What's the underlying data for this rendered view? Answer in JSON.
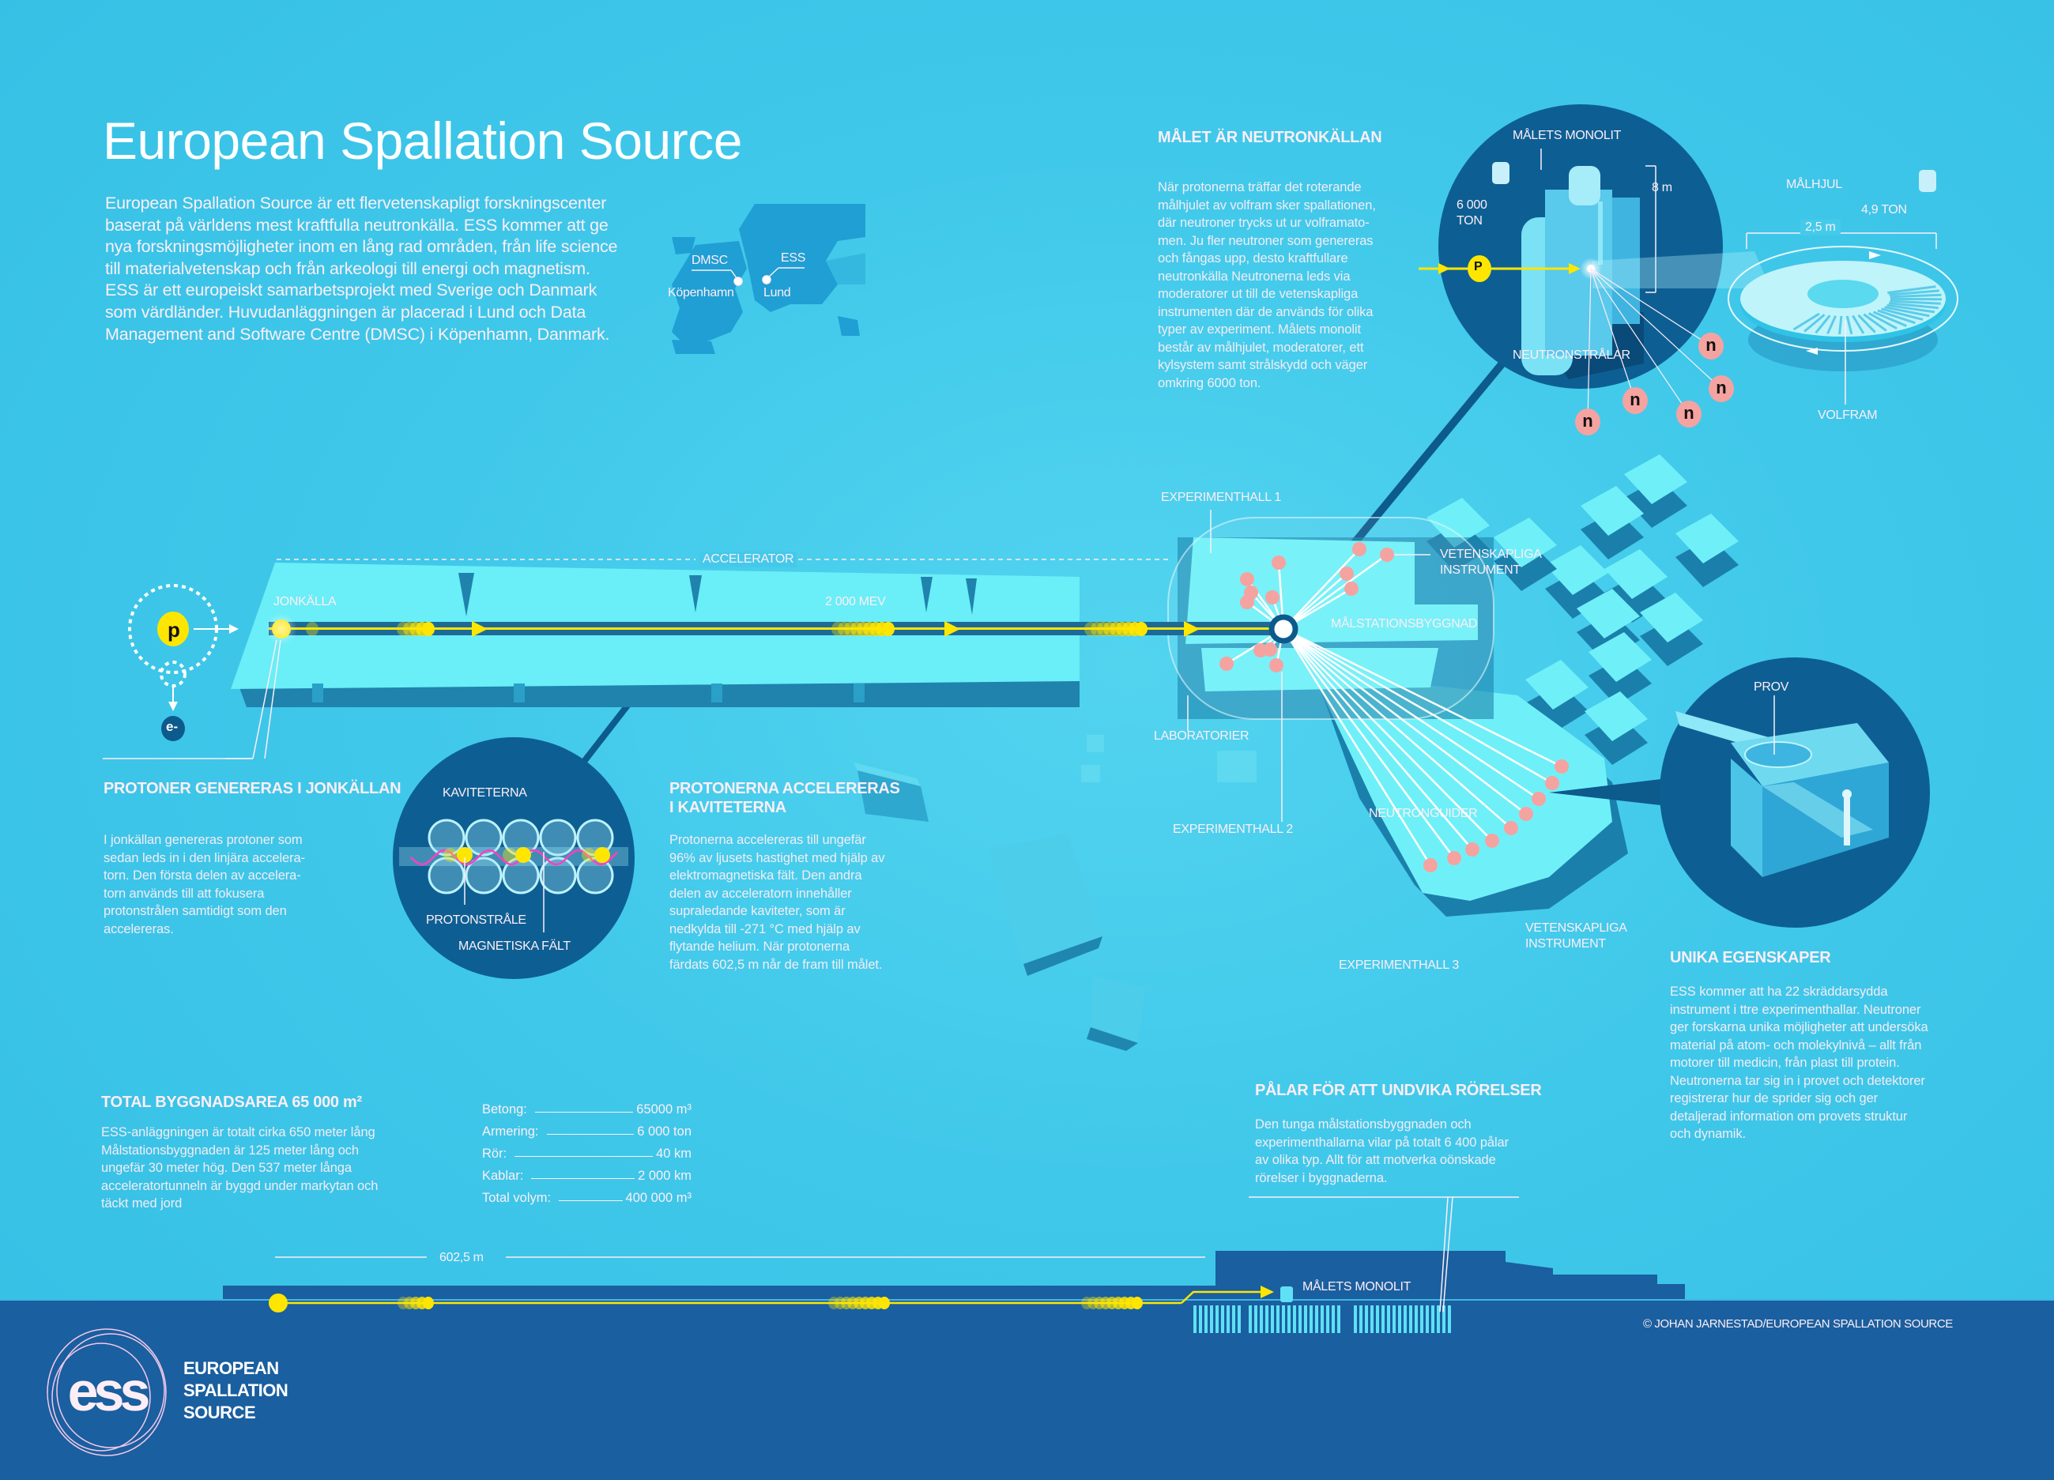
{
  "title": "European Spallation Source",
  "intro": "European Spallation Source är ett flervetenskapligt  forskningscenter\nbaserat på världens mest kraftfulla neutronkälla. ESS kommer att ge\nnya forskningsmöjligheter inom en lång rad områden, från life science\ntill materialvetenskap och från arkeologi till energi och magnetism.\nESS är ett europeiskt samarbetsprojekt med Sverige och Danmark\nsom värdländer. Huvudanläggningen är placerad i Lund och Data\nManagement and Software Centre (DMSC) i Köpenhamn, Danmark.",
  "map": {
    "dmsc": "DMSC",
    "kopenhamn": "Köpenhamn",
    "ess": "ESS",
    "lund": "Lund"
  },
  "target_section": {
    "heading": "MÅLET ÄR NEUTRONKÄLLAN",
    "body": "När protonerna träffar det roterande\nmålhjulet av volfram sker spallationen,\ndär neutroner trycks ut ur volframato-\nmen. Ju fler neutroner som genereras\noch fångas upp, desto kraftfullare\nneutronkälla Neutronerna leds via\nmoderatorer ut till de vetenskapliga\ninstrumenten där de används för olika\ntyper av experiment. Målets monolit\nbestår av målhjulet, moderatorer, ett\nkylsystem samt strålskydd och väger\nomkring 6000 ton."
  },
  "monolith": {
    "label": "MÅLETS MONOLIT",
    "weight": "6 000\nTON",
    "height": "8 m",
    "proton": "p",
    "neutron_rays": "NEUTRONSTRÅLAR",
    "neutron": "n",
    "wheel_label": "MÅLHJUL",
    "wheel_weight": "4,9 TON",
    "wheel_diameter": "2,5 m",
    "tungsten": "VOLFRAM"
  },
  "accelerator": {
    "label": "ACCELERATOR",
    "ion_source": "JONKÄLLA",
    "energy": "2 000 MEV",
    "proton": "p",
    "electron": "e-"
  },
  "site": {
    "hall1": "EXPERIMENTHALL 1",
    "instruments1": "VETENSKAPLIGA\nINSTRUMENT",
    "target_building": "MÅLSTATIONSBYGGNAD",
    "labs": "LABORATORIER",
    "hall2": "EXPERIMENTHALL 2",
    "guides": "NEUTRONGUIDER",
    "instruments2": "VETENSKAPLIGA\nINSTRUMENT",
    "hall3": "EXPERIMENTHALL 3",
    "sample": "PROV"
  },
  "ion_section": {
    "heading": "PROTONER GENERERAS I JONKÄLLAN",
    "body": "I jonkällan genereras protoner som\nsedan leds in i den linjära accelera-\ntorn. Den första delen av accelera-\ntorn används till att fokusera\nprotonstrålen samtidigt som den\naccelereras."
  },
  "cavity": {
    "label": "KAVITETERNA",
    "beam": "PROTONSTRÅLE",
    "field": "MAGNETISKA FÄLT"
  },
  "accel_section": {
    "heading": "PROTONERNA ACCELERERAS\nI KAVITETERNA",
    "body": "Protonerna accelereras till ungefär\n96% av ljusets hastighet med hjälp av\nelektromagnetiska fält. Den andra\ndelen av acceleratorn innehåller\nsupraledande kaviteter, som är\nnedkylda till -271  °C med hjälp av\nflytande helium. När protonerna\nfärdats 602,5 m når de fram till målet."
  },
  "unique_section": {
    "heading": "UNIKA EGENSKAPER",
    "body": "ESS kommer att ha 22 skräddarsydda\ninstrument i ttre experimenthallar. Neutroner\nger forskarna unika möjligheter att undersöka\nmaterial på atom- och molekylnivå – allt från\nmotorer till medicin,  från plast till protein.\nNeutronerna tar sig in i provet och detektorer\nregistrerar hur de sprider sig och ger\ndetaljerad information om provets struktur\noch dynamik."
  },
  "area_section": {
    "heading": "TOTAL BYGGNADSAREA 65 000 m²",
    "body": "ESS-anläggningen är totalt cirka 650 meter lång\nMålstationsbyggnaden är 125 meter lång och\nungefär 30 meter hög. Den 537 meter långa\nacceleratortunneln är byggd under markytan och\ntäckt med jord"
  },
  "stats": [
    {
      "key": "Betong:",
      "value": "65000 m³"
    },
    {
      "key": "Armering:",
      "value": "6 000 ton"
    },
    {
      "key": "Rör:",
      "value": "40 km"
    },
    {
      "key": "Kablar:",
      "value": "2 000 km"
    },
    {
      "key": "Total volym:",
      "value": "400 000 m³"
    }
  ],
  "piles_section": {
    "heading": "PÅLAR FÖR ATT UNDVIKA RÖRELSER",
    "body": "Den tunga målstationsbyggnaden och\nexperimenthallarna vilar på totalt 6 400 pålar\nav olika typ. Allt för att motverka oönskade\nrörelser i byggnaderna."
  },
  "profile": {
    "length": "602,5 m",
    "monolith": "MÅLETS MONOLIT"
  },
  "logo": {
    "mark": "ess",
    "text": "EUROPEAN\nSPALLATION\nSOURCE"
  },
  "copyright": "© JOHAN JARNESTAD/EUROPEAN SPALLATION SOURCE",
  "colors": {
    "background": "#40c8ea",
    "navy": "#1a5f9f",
    "circle": "#0d5f93",
    "building": "#66eaf5",
    "proton": "#ffee00",
    "neutron": "#f5a3a0",
    "text": "#fdeef6"
  }
}
